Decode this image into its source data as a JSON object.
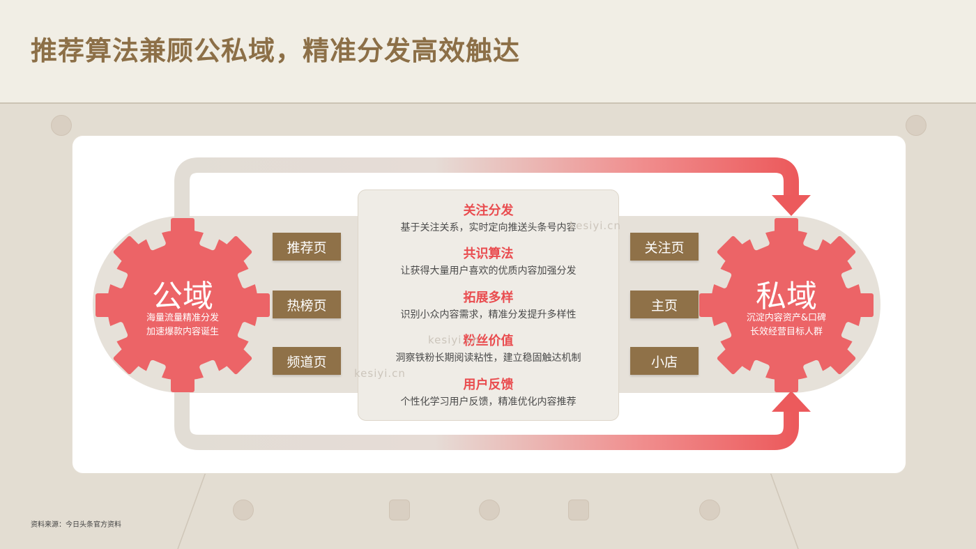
{
  "title": "推荐算法兼顾公私域，精准分发高效触达",
  "colors": {
    "accent_red": "#ec6467",
    "brown": "#8f7148",
    "title_brown": "#8c6f47",
    "feature_red": "#e94c4f"
  },
  "public": {
    "title": "公域",
    "lines": [
      "海量流量精准分发",
      "加速爆款内容诞生"
    ]
  },
  "private": {
    "title": "私域",
    "lines": [
      "沉淀内容资产&口碑",
      "长效经营目标人群"
    ]
  },
  "left_tags": [
    "推荐页",
    "热榜页",
    "频道页"
  ],
  "right_tags": [
    "关注页",
    "主页",
    "小店"
  ],
  "features": [
    {
      "title": "关注分发",
      "desc": "基于关注关系，实时定向推送头条号内容"
    },
    {
      "title": "共识算法",
      "desc": "让获得大量用户喜欢的优质内容加强分发"
    },
    {
      "title": "拓展多样",
      "desc": "识别小众内容需求，精准分发提升多样性"
    },
    {
      "title": "粉丝价值",
      "desc": "洞察铁粉长期阅读粘性，建立稳固触达机制"
    },
    {
      "title": "用户反馈",
      "desc": "个性化学习用户反馈，精准优化内容推荐"
    }
  ],
  "watermarks": [
    "kesiyi.cn",
    "kesiyi.cn",
    "kesiyi.cn"
  ],
  "source": "资料来源：今日头条官方资料"
}
